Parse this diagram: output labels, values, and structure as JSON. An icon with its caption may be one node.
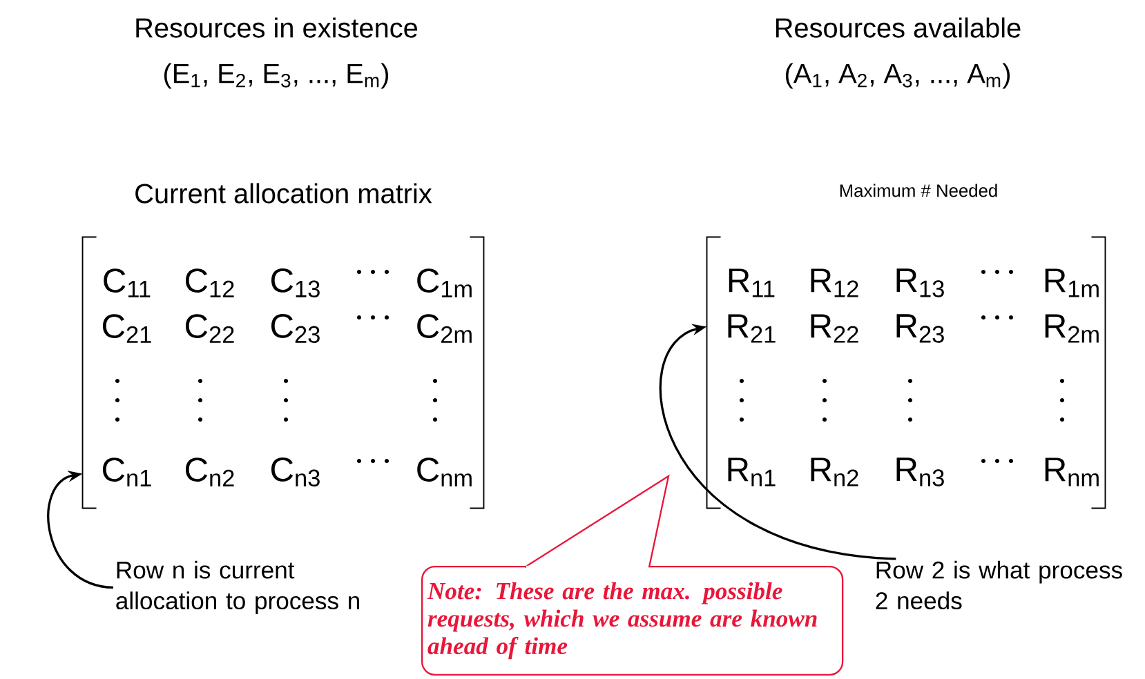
{
  "diagram": {
    "nodes": [
      {
        "text": [
          "Current allocation matrix",
          "C$_{11}$",
          "C$_{12}$",
          "C$_{13}$",
          "C$_{1m}$",
          "C$_{21}$",
          "C$_{22}$",
          "C$_{23}$",
          "C$_{2m}$",
          "C$_{n1}$",
          "C$_{n2}$",
          "C$_{n3}$",
          "C$_{nm}$"
        ]
      },
      {
        "text": [
          "Maximum # Needed",
          "R$_{11}$",
          "R$_{12}$",
          "R$_{13}$",
          "R$_{1m}$",
          "R$_{21}$",
          "R$_{22}$",
          "R$_{23}$",
          "R$_{2m}$",
          "R$_{n1}$",
          "R$_{n2}$",
          "R$_{n3}$",
          "R$_{nm}$"
        ]
      },
      {
        "text": [
          "Row n is current allocation to process n"
        ]
      },
      {
        "text": [
          "Row 2 is what process 2 needs"
        ]
      },
      {
        "text": [
          "Note: These are the max. possible requests, which we assume are known ahead of time"
        ]
      }
    ],
    "edges": [
      {
        "from": 2,
        "to": 0,
        "arrow": "to"
      },
      {
        "from": 3,
        "to": 1,
        "arrow": "to"
      }
    ],
    "labels": [
      "Resources in existence",
      "(E$_{1}$, E$_{2}$, E$_{3}$, ..., E$_{m}$)",
      "Resources available",
      "(A$_{1}$, A$_{2}$, A$_{3}$, ..., A$_{m}$)"
    ]
  }
}
